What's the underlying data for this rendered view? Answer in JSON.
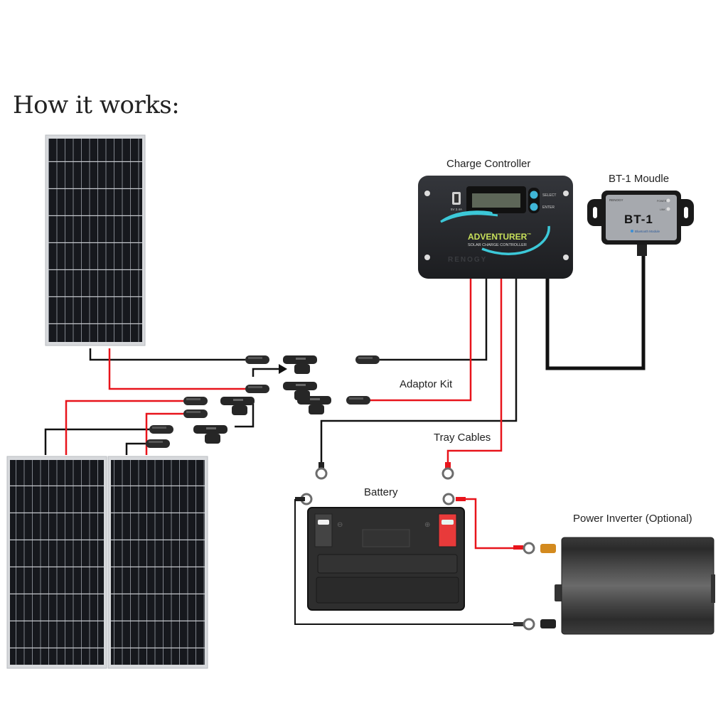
{
  "title": "How it works:",
  "labels": {
    "charge_controller": "Charge Controller",
    "bt1_module": "BT-1 Moudle",
    "adaptor_kit": "Adaptor Kit",
    "tray_cables": "Tray Cables",
    "battery": "Battery",
    "power_inverter": "Power Inverter (Optional)"
  },
  "controller": {
    "brand_name": "ADVENTURER",
    "trademark": "™",
    "subtitle": "SOLAR CHARGE CONTROLLER",
    "manufacturer": "RENOGY",
    "usb_label": "5V 2.4A",
    "buttons": [
      "SELECT",
      "ENTER"
    ]
  },
  "bt1": {
    "manufacturer": "RENOGY",
    "model": "BT-1",
    "subtitle": "Bluetooth Module",
    "indicators": [
      "POWER",
      "LINK"
    ]
  },
  "solar_panels": {
    "count": 3
  },
  "colors": {
    "positive_wire": "#e8141b",
    "negative_wire": "#111111",
    "controller_accent": "#3cc8d8",
    "controller_brand": "#c8e05a",
    "battery_positive": "#e83a3a"
  }
}
